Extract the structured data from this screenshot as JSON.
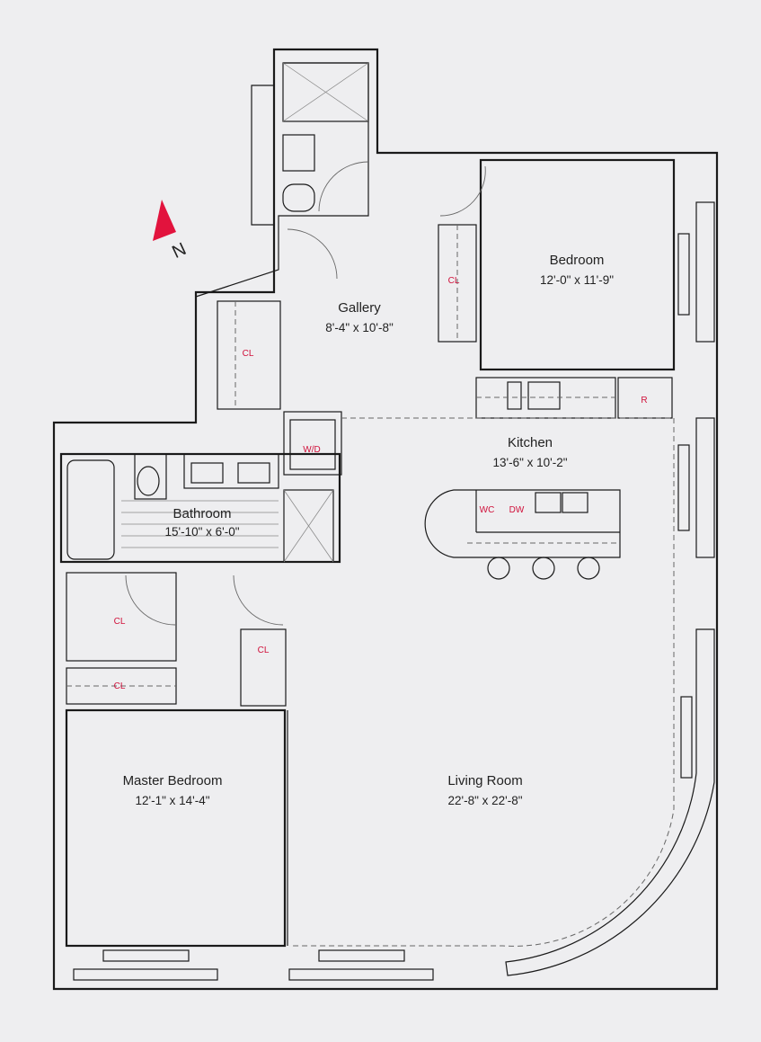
{
  "compass": {
    "label": "N",
    "color": "#e2133d"
  },
  "rooms": {
    "bedroom": {
      "name": "Bedroom",
      "dims": "12'-0\" x 11'-9\""
    },
    "gallery": {
      "name": "Gallery",
      "dims": "8'-4\" x 10'-8\""
    },
    "kitchen": {
      "name": "Kitchen",
      "dims": "13'-6\" x 10'-2\""
    },
    "bathroom": {
      "name": "Bathroom",
      "dims": "15'-10\" x 6'-0\""
    },
    "master_bedroom": {
      "name": "Master Bedroom",
      "dims": "12'-1\" x 14'-4\""
    },
    "living_room": {
      "name": "Living Room",
      "dims": "22'-8\" x 22'-8\""
    }
  },
  "fixtures": {
    "closet": "CL",
    "washer_dryer": "W/D",
    "refrigerator": "R",
    "wine_cooler": "WC",
    "dishwasher": "DW"
  },
  "colors": {
    "accent": "#d0103a",
    "wall": "#1a1a1a",
    "background": "#eeeef0"
  }
}
